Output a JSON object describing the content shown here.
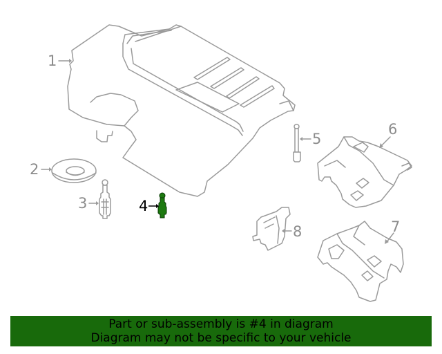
{
  "diagram": {
    "callouts": [
      {
        "number": "1",
        "part": "engine-cover"
      },
      {
        "number": "2",
        "part": "grommet"
      },
      {
        "number": "3",
        "part": "stud"
      },
      {
        "number": "4",
        "part": "stud",
        "highlighted": true
      },
      {
        "number": "5",
        "part": "bolt"
      },
      {
        "number": "6",
        "part": "insulator-upper"
      },
      {
        "number": "7",
        "part": "insulator-lower"
      },
      {
        "number": "8",
        "part": "bracket"
      }
    ],
    "highlight_color": "#1d7a10",
    "line_color": "#9a9a9a"
  },
  "banner": {
    "line1": "Part or sub-assembly is #4 in diagram",
    "line2": "Diagram may not be specific to your vehicle",
    "background_color": "#186a0b",
    "text_color": "#000000"
  }
}
